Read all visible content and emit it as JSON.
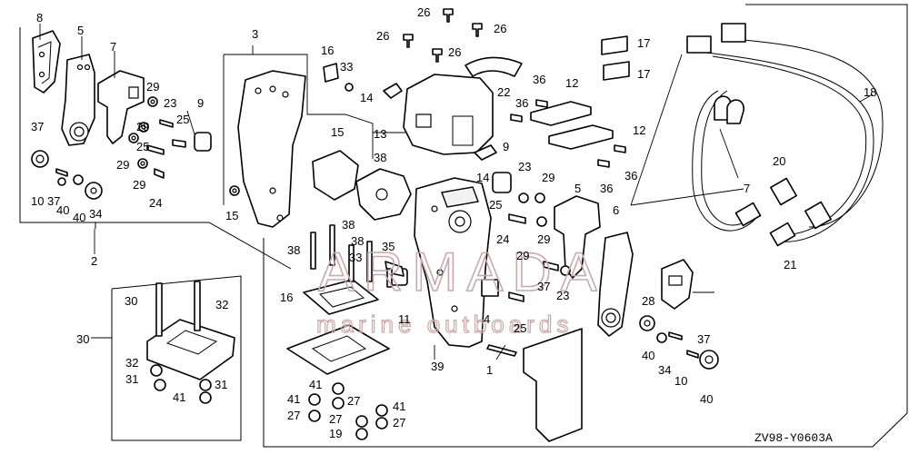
{
  "diagram": {
    "code": "ZV98-Y0603A",
    "watermark": {
      "brand": "ARMADA",
      "tagline": "marine outboards"
    },
    "callouts": [
      {
        "id": "c8",
        "text": "8"
      },
      {
        "id": "c5a",
        "text": "5"
      },
      {
        "id": "c7a",
        "text": "7"
      },
      {
        "id": "c3",
        "text": "3"
      },
      {
        "id": "c16a",
        "text": "16"
      },
      {
        "id": "c33a",
        "text": "33"
      },
      {
        "id": "c26a",
        "text": "26"
      },
      {
        "id": "c26b",
        "text": "26"
      },
      {
        "id": "c26c",
        "text": "26"
      },
      {
        "id": "c26d",
        "text": "26"
      },
      {
        "id": "c17a",
        "text": "17"
      },
      {
        "id": "c17b",
        "text": "17"
      },
      {
        "id": "c18",
        "text": "18"
      },
      {
        "id": "c22",
        "text": "22"
      },
      {
        "id": "c36a",
        "text": "36"
      },
      {
        "id": "c36b",
        "text": "36"
      },
      {
        "id": "c36c",
        "text": "36"
      },
      {
        "id": "c36d",
        "text": "36"
      },
      {
        "id": "c12a",
        "text": "12"
      },
      {
        "id": "c12b",
        "text": "12"
      },
      {
        "id": "c14a",
        "text": "14"
      },
      {
        "id": "c14b",
        "text": "14"
      },
      {
        "id": "c13",
        "text": "13"
      },
      {
        "id": "c9a",
        "text": "9"
      },
      {
        "id": "c9b",
        "text": "9"
      },
      {
        "id": "c29a",
        "text": "29"
      },
      {
        "id": "c29b",
        "text": "29"
      },
      {
        "id": "c29c",
        "text": "29"
      },
      {
        "id": "c29d",
        "text": "29"
      },
      {
        "id": "c29e",
        "text": "29"
      },
      {
        "id": "c29f",
        "text": "29"
      },
      {
        "id": "c29g",
        "text": "29"
      },
      {
        "id": "c23a",
        "text": "23"
      },
      {
        "id": "c23b",
        "text": "23"
      },
      {
        "id": "c23c",
        "text": "23"
      },
      {
        "id": "c25a",
        "text": "25"
      },
      {
        "id": "c25b",
        "text": "25"
      },
      {
        "id": "c25c",
        "text": "25"
      },
      {
        "id": "c25d",
        "text": "25"
      },
      {
        "id": "c24a",
        "text": "24"
      },
      {
        "id": "c24b",
        "text": "24"
      },
      {
        "id": "c37a",
        "text": "37"
      },
      {
        "id": "c37b",
        "text": "37"
      },
      {
        "id": "c37c",
        "text": "37"
      },
      {
        "id": "c37d",
        "text": "37"
      },
      {
        "id": "c10a",
        "text": "10"
      },
      {
        "id": "c10b",
        "text": "10"
      },
      {
        "id": "c40a",
        "text": "40"
      },
      {
        "id": "c40b",
        "text": "40"
      },
      {
        "id": "c40c",
        "text": "40"
      },
      {
        "id": "c40d",
        "text": "40"
      },
      {
        "id": "c34a",
        "text": "34"
      },
      {
        "id": "c34b",
        "text": "34"
      },
      {
        "id": "c28",
        "text": "28"
      },
      {
        "id": "c15a",
        "text": "15"
      },
      {
        "id": "c15b",
        "text": "15"
      },
      {
        "id": "c38a",
        "text": "38"
      },
      {
        "id": "c38b",
        "text": "38"
      },
      {
        "id": "c38c",
        "text": "38"
      },
      {
        "id": "c38d",
        "text": "38"
      },
      {
        "id": "c33b",
        "text": "33"
      },
      {
        "id": "c35",
        "text": "35"
      },
      {
        "id": "c16b",
        "text": "16"
      },
      {
        "id": "c11",
        "text": "11"
      },
      {
        "id": "c4",
        "text": "4"
      },
      {
        "id": "c39",
        "text": "39"
      },
      {
        "id": "c1",
        "text": "1"
      },
      {
        "id": "c2",
        "text": "2"
      },
      {
        "id": "c30a",
        "text": "30"
      },
      {
        "id": "c30b",
        "text": "30"
      },
      {
        "id": "c32a",
        "text": "32"
      },
      {
        "id": "c32b",
        "text": "32"
      },
      {
        "id": "c31a",
        "text": "31"
      },
      {
        "id": "c31b",
        "text": "31"
      },
      {
        "id": "c41a",
        "text": "41"
      },
      {
        "id": "c41b",
        "text": "41"
      },
      {
        "id": "c41c",
        "text": "41"
      },
      {
        "id": "c41d",
        "text": "41"
      },
      {
        "id": "c27a",
        "text": "27"
      },
      {
        "id": "c27b",
        "text": "27"
      },
      {
        "id": "c27c",
        "text": "27"
      },
      {
        "id": "c27d",
        "text": "27"
      },
      {
        "id": "c19",
        "text": "19"
      },
      {
        "id": "c20",
        "text": "20"
      },
      {
        "id": "c21",
        "text": "21"
      },
      {
        "id": "c7b",
        "text": "7"
      },
      {
        "id": "c5b",
        "text": "5"
      },
      {
        "id": "c6",
        "text": "6"
      }
    ]
  }
}
